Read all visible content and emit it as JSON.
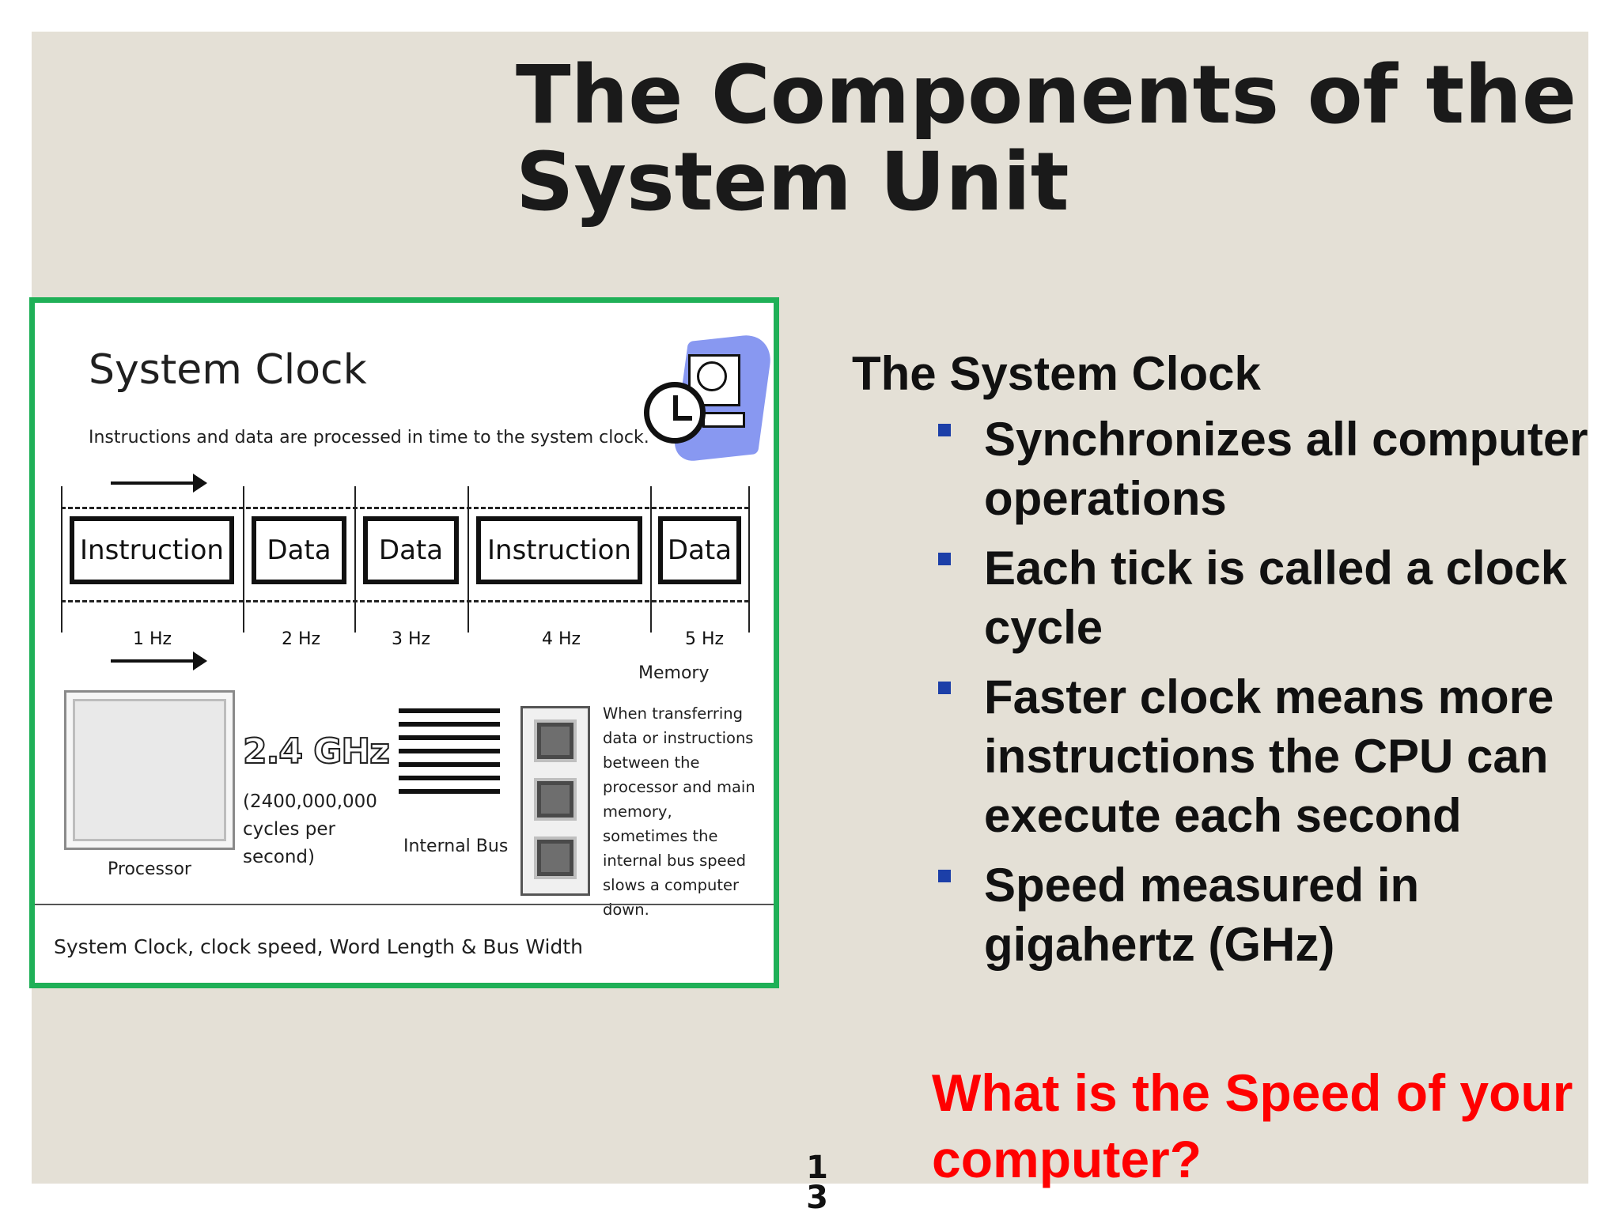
{
  "slide": {
    "title_line1": "The Components of the",
    "title_line2": "System Unit",
    "page_number_line1": "1",
    "page_number_line2": "3"
  },
  "figure": {
    "title": "System Clock",
    "subtitle": "Instructions and data are processed in time to the system clock.",
    "cells": [
      "Instruction",
      "Data",
      "Data",
      "Instruction",
      "Data"
    ],
    "hz_labels": [
      "1 Hz",
      "2 Hz",
      "3 Hz",
      "4 Hz",
      "5 Hz"
    ],
    "processor_label": "Processor",
    "speed_value": "2.4 GHz",
    "speed_detail": "(2400,000,000 cycles per second)",
    "bus_label": "Internal Bus",
    "memory_label": "Memory",
    "memory_description": "When transferring data or instructions between the processor and main memory, sometimes the internal bus speed slows a computer down.",
    "caption": "System Clock, clock speed, Word Length & Bus Width",
    "border_color": "#1fb057",
    "icon": "clock-computer-icon"
  },
  "content": {
    "heading": "The System Clock",
    "bullets": [
      "Synchronizes all computer operations",
      "Each tick is called a clock cycle",
      "Faster clock means more instructions the CPU can execute each second",
      "Speed measured in gigahertz (GHz)"
    ],
    "bullet_color": "#1c3fa8",
    "question": "What is the Speed of your computer?",
    "question_color": "#ff0000"
  }
}
